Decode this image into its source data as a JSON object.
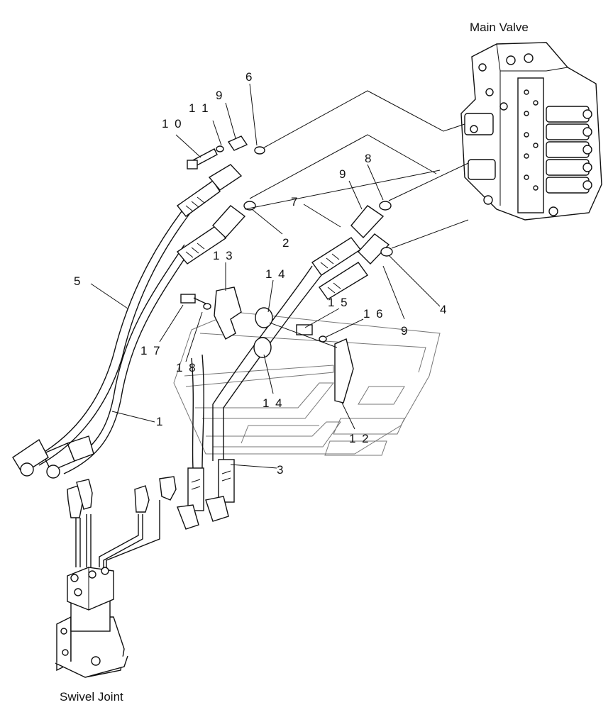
{
  "diagram": {
    "components": {
      "main_valve": "Main Valve",
      "swivel_joint": "Swivel Joint"
    },
    "callouts": [
      {
        "id": "1",
        "text": "1"
      },
      {
        "id": "2",
        "text": "2"
      },
      {
        "id": "3",
        "text": "3"
      },
      {
        "id": "4",
        "text": "4"
      },
      {
        "id": "5",
        "text": "5"
      },
      {
        "id": "6",
        "text": "6"
      },
      {
        "id": "7",
        "text": "7"
      },
      {
        "id": "8",
        "text": "8"
      },
      {
        "id": "9a",
        "text": "9"
      },
      {
        "id": "9b",
        "text": "9"
      },
      {
        "id": "9c",
        "text": "9"
      },
      {
        "id": "10",
        "text": "1 0"
      },
      {
        "id": "11",
        "text": "1 1"
      },
      {
        "id": "12",
        "text": "1 2"
      },
      {
        "id": "13",
        "text": "1 3"
      },
      {
        "id": "14a",
        "text": "1 4"
      },
      {
        "id": "14b",
        "text": "1 4"
      },
      {
        "id": "15",
        "text": "1 5"
      },
      {
        "id": "16",
        "text": "1 6"
      },
      {
        "id": "17",
        "text": "1 7"
      },
      {
        "id": "18",
        "text": "1 8"
      }
    ]
  }
}
